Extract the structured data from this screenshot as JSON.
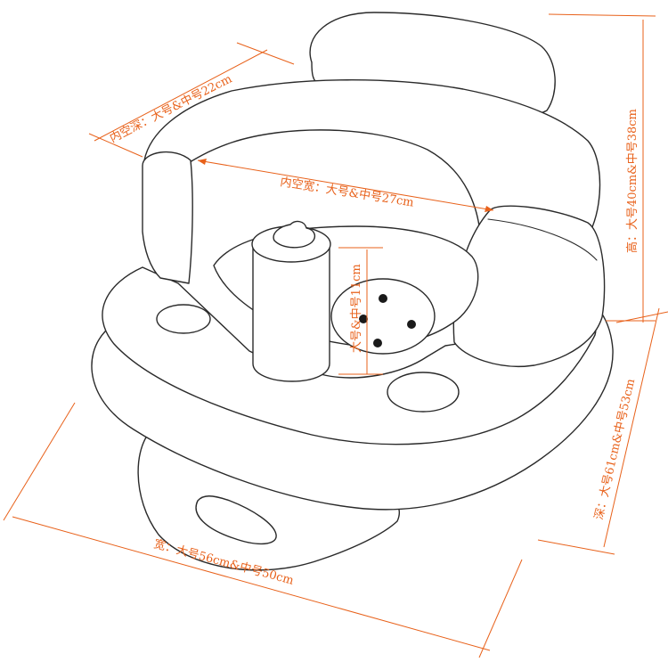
{
  "colors": {
    "outline": "#2a2a2a",
    "dimension": "#e8611a",
    "background": "#ffffff"
  },
  "dimensions": {
    "inner_depth": "内空深：大号&中号22cm",
    "inner_width": "内空宽：大号&中号27cm",
    "height": "高：大号40cm&中号38cm",
    "depth": "深：大号61cm&中号53cm",
    "width": "宽：大号56cm&中号50cm",
    "center_height": "大号&中号11cm"
  }
}
